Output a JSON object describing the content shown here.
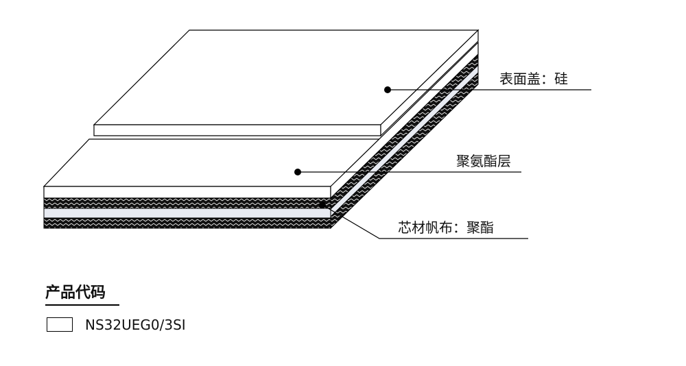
{
  "labels": {
    "top_cover": "表面盖：硅",
    "middle_layer": "聚氨酯层",
    "core_fabric": "芯材帆布：聚酯"
  },
  "product": {
    "heading": "产品代码",
    "code": "NS32UEG0/3SI"
  }
}
